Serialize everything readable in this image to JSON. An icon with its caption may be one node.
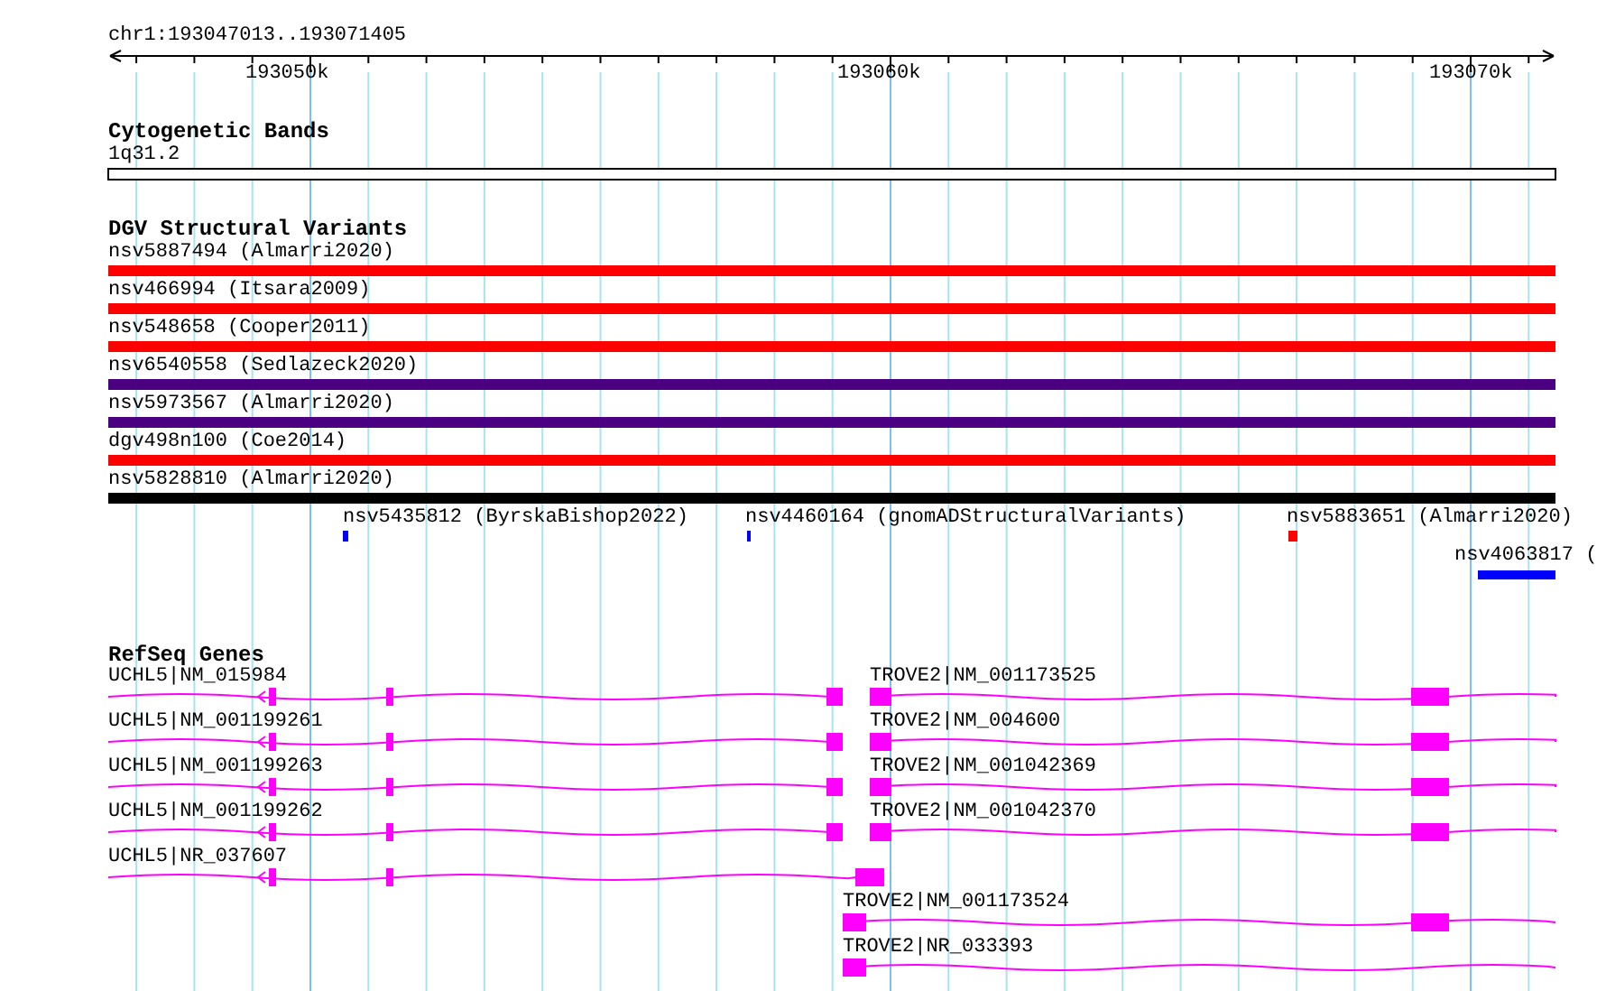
{
  "diagram": {
    "title": "chr1:193047013..193071405",
    "nodes": [
      {
        "text": [
          "1q31.2"
        ]
      },
      {
        "text": [
          "nsv5887494 (Almarri2020)"
        ]
      },
      {
        "text": [
          "nsv466994 (Itsara2009)"
        ]
      },
      {
        "text": [
          "nsv548658 (Cooper2011)"
        ]
      },
      {
        "text": [
          "nsv6540558 (Sedlazeck2020)"
        ]
      },
      {
        "text": [
          "nsv5973567 (Almarri2020)"
        ]
      },
      {
        "text": [
          "dgv498n100 (Coe2014)"
        ]
      },
      {
        "text": [
          "nsv5828810 (Almarri2020)"
        ]
      },
      {
        "text": [
          "nsv5435812 (ByrskaBishop2022)"
        ]
      },
      {
        "text": [
          "nsv4460164 (gnomADStructuralVariants)"
        ]
      },
      {
        "text": [
          "nsv5883651 (Almarri2020)"
        ]
      },
      {
        "text": [
          "nsv4063817 ("
        ]
      },
      {
        "text": [
          "UCHL5|NM_015984"
        ]
      },
      {
        "text": [
          "UCHL5|NM_001199261"
        ]
      },
      {
        "text": [
          "UCHL5|NM_001199263"
        ]
      },
      {
        "text": [
          "UCHL5|NM_001199262"
        ]
      },
      {
        "text": [
          "UCHL5|NR_037607"
        ]
      },
      {
        "text": [
          "TROVE2|NM_001173525"
        ]
      },
      {
        "text": [
          "TROVE2|NM_004600"
        ]
      },
      {
        "text": [
          "TROVE2|NM_001042369"
        ]
      },
      {
        "text": [
          "TROVE2|NM_001042370"
        ]
      },
      {
        "text": [
          "TROVE2|NM_001173524"
        ]
      },
      {
        "text": [
          "TROVE2|NR_033393"
        ]
      }
    ],
    "labels": [
      "193050k",
      "193060k",
      "193070k",
      "Cytogenetic Bands",
      "DGV Structural Variants",
      "RefSeq Genes"
    ]
  }
}
